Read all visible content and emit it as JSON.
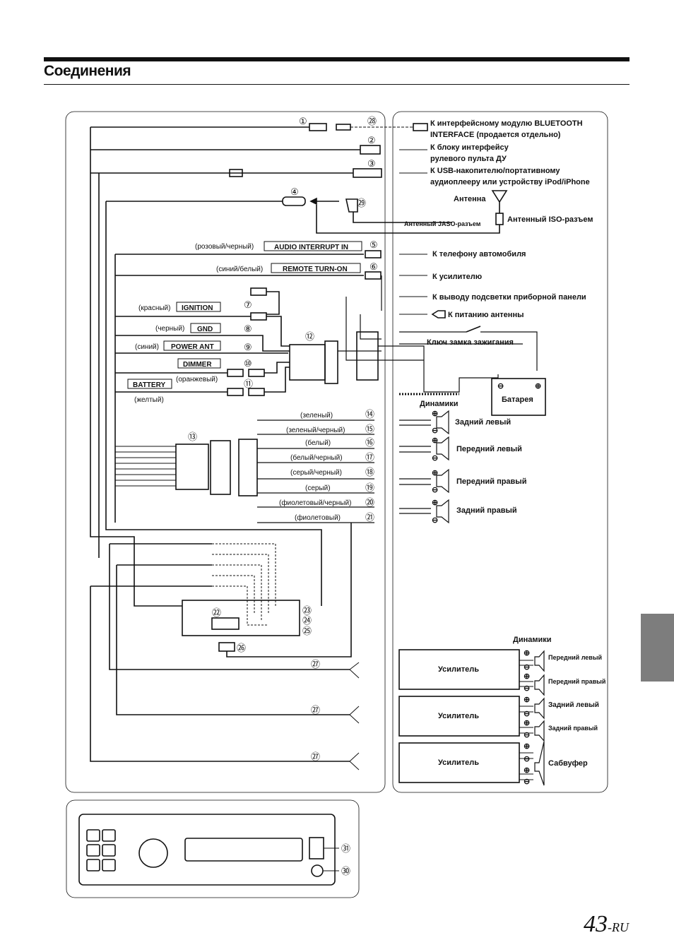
{
  "page": {
    "title": "Соединения",
    "number": "43",
    "suffix": "-RU"
  },
  "right_labels": {
    "bluetooth_1": "К интерфейсному модулю BLUETOOTH",
    "bluetooth_2": "INTERFACE (продается отдельно)",
    "steering_1": "К блоку интерфейсу",
    "steering_2": "рулевого пульта ДУ",
    "usb_1": "К USB-накопителю/портативному",
    "usb_2": "аудиоплееру или устройству iPod/iPhone",
    "antenna": "Антенна",
    "iso_connector": "Антенный ISO-разъем",
    "jaso_connector": "Антенный JASO-разъем",
    "phone": "К телефону автомобиля",
    "amplifier": "К усилителю",
    "dashboard": "К выводу подсветки приборной панели",
    "power_antenna": "К питанию антенны",
    "ignition_key": "Ключ замка зажигания",
    "speakers_top": "Динамики",
    "battery": "Батарея",
    "rear_left": "Задний левый",
    "front_left": "Передний левый",
    "front_right": "Передний правый",
    "rear_right": "Задний правый",
    "speakers_bottom": "Динамики",
    "amp": "Усилитель",
    "amp_front_left": "Передний левый",
    "amp_front_right": "Передний правый",
    "amp_rear_left": "Задний левый",
    "amp_rear_right": "Задний правый",
    "subwoofer": "Сабвуфер"
  },
  "left_labels": {
    "audio_interrupt": "AUDIO INTERRUPT IN",
    "remote_turn_on": "REMOTE TURN-ON",
    "ignition": "IGNITION",
    "gnd": "GND",
    "power_ant": "POWER ANT",
    "dimmer": "DIMMER",
    "battery": "BATTERY"
  },
  "wire_colors": {
    "pink_black": "(розовый/черный)",
    "blue_white": "(синий/белый)",
    "red": "(красный)",
    "black": "(черный)",
    "blue": "(синий)",
    "orange": "(оранжевый)",
    "yellow": "(желтый)",
    "green": "(зеленый)",
    "green_black": "(зеленый/черный)",
    "white": "(белый)",
    "white_black": "(белый/черный)",
    "gray_black": "(серый/черный)",
    "gray": "(серый)",
    "violet_black": "(фиолетовый/черный)",
    "violet": "(фиолетовый)"
  },
  "numbers": {
    "n1": "①",
    "n2": "②",
    "n3": "③",
    "n4": "④",
    "n5": "⑤",
    "n6": "⑥",
    "n7": "⑦",
    "n8": "⑧",
    "n9": "⑨",
    "n10": "⑩",
    "n11": "⑪",
    "n12": "⑫",
    "n13": "⑬",
    "n14": "⑭",
    "n15": "⑮",
    "n16": "⑯",
    "n17": "⑰",
    "n18": "⑱",
    "n19": "⑲",
    "n20": "⑳",
    "n21": "㉑",
    "n22": "㉒",
    "n23": "㉓",
    "n24": "㉔",
    "n25": "㉕",
    "n26": "㉖",
    "n27": "㉗",
    "n28": "㉘",
    "n29": "㉙",
    "n30": "㉚",
    "n31": "㉛"
  },
  "polarity": {
    "plus": "⊕",
    "minus": "⊖"
  }
}
